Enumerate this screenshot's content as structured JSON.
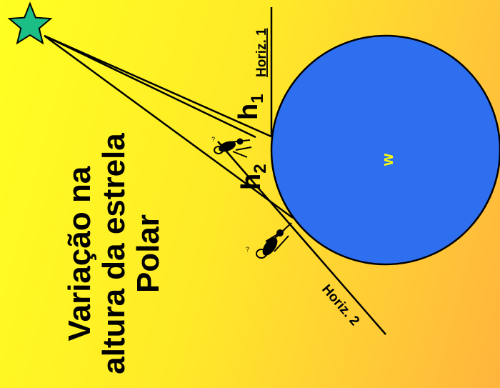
{
  "title": {
    "line1": "Variação na",
    "line2": "altura da estrela",
    "line3": "Polar"
  },
  "labels": {
    "h1": "h",
    "h1_sub": "1",
    "horiz1": "Horiz. 1",
    "h2": "h",
    "h2_sub": "2",
    "horiz2": "Horiz. 2",
    "earth": "w"
  },
  "colors": {
    "earth": "#2e6ff0",
    "star": "#1bbf86",
    "background_start": "#ffff22",
    "background_end": "#ffb43c"
  }
}
